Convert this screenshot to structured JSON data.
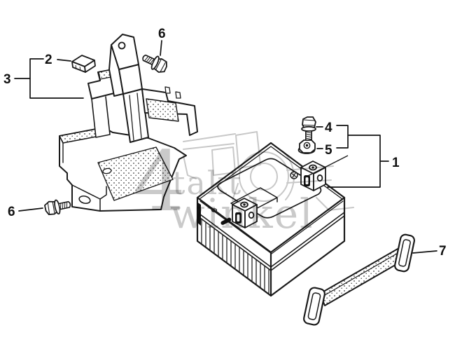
{
  "colors": {
    "background": "#ffffff",
    "line": "#1a1a1a",
    "watermark_gray": "#9e9e9e",
    "ghost_gray": "#c8c8c8"
  },
  "watermark": {
    "big": "4",
    "line1": "takt",
    "line2": "winkel"
  },
  "callouts": [
    {
      "label": "1",
      "part": "battery"
    },
    {
      "label": "2",
      "part": "battery-cushion-pad"
    },
    {
      "label": "3",
      "part": "battery-tray"
    },
    {
      "label": "4",
      "part": "terminal-bolt"
    },
    {
      "label": "5",
      "part": "terminal-nut"
    },
    {
      "label": "6",
      "part": "mounting-screw"
    },
    {
      "label": "6",
      "part": "mounting-screw"
    },
    {
      "label": "7",
      "part": "battery-band"
    }
  ]
}
